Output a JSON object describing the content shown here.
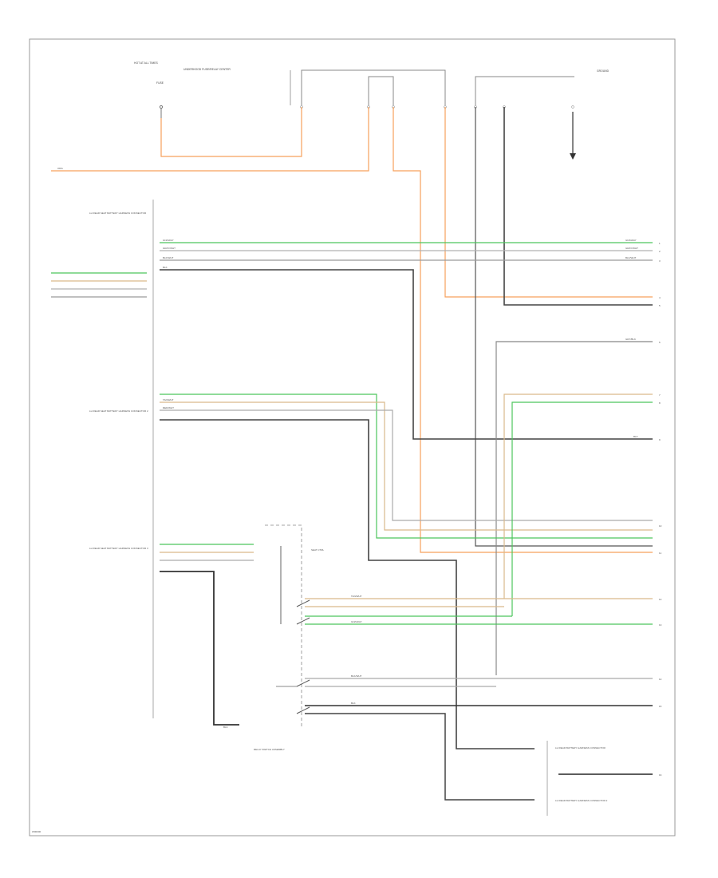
{
  "colors": {
    "orange": "#f6a15c",
    "tan": "#d9b98b",
    "green": "#4cc55c",
    "gray": "#9a9a9a",
    "dark": "#333333",
    "border": "#999999"
  },
  "footer_code": "W00000",
  "top": {
    "fuse_block_label": "HOT AT ALL TIMES",
    "fuse_label": "FUSE",
    "underhood_label": "UNDERHOOD FUSE/RELAY CENTER",
    "ground_right_label": "GROUND",
    "wire_orange": "ORG"
  },
  "left_components": [
    {
      "label": "LH REAR SEAT BATTERY HARNESS CONNECTOR"
    },
    {
      "label": "LH REAR SEAT BATTERY HARNESS CONNECTOR 2"
    },
    {
      "label": "LH REAR SEAT BATTERY HARNESS CONNECTOR 3"
    }
  ],
  "wire_labels": {
    "gn_gray": "GN/GRAY",
    "gray_wht": "GRAY/WHT",
    "blk_wht": "BLK/WHT",
    "blk": "BLK",
    "gry_blk": "GRY/BLK",
    "tan_wht": "TAN/WHT",
    "red_wht": "RED/WHT"
  },
  "right_pins": [
    "1",
    "2",
    "3",
    "4",
    "5",
    "6",
    "7",
    "8",
    "9",
    "10",
    "11",
    "12",
    "13",
    "14",
    "15",
    "16"
  ],
  "switch": {
    "label": "RELAY SWITCH ASSEMBLY",
    "sub": "SEAT CTRL"
  },
  "bottom_components": [
    {
      "label": "LH REAR BATTERY HARNESS CONNECTOR"
    },
    {
      "label": "LH REAR BATTERY HARNESS CONNECTOR 2"
    }
  ]
}
